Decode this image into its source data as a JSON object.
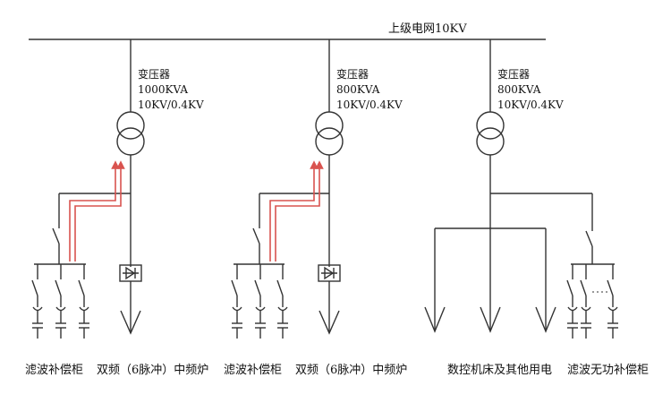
{
  "grid_label": "上级电网10KV",
  "transformers": [
    {
      "name": "变压器",
      "capacity": "1000KVA",
      "ratio": "10KV/0.4KV"
    },
    {
      "name": "变压器",
      "capacity": "800KVA",
      "ratio": "10KV/0.4KV"
    },
    {
      "name": "变压器",
      "capacity": "800KVA",
      "ratio": "10KV/0.4KV"
    }
  ],
  "captions": [
    "滤波补偿柜",
    "双频（6脉冲）中频炉",
    "滤波补偿柜",
    "双频（6脉冲）中频炉",
    "数控机床及其他用电",
    "滤波无功补偿柜"
  ],
  "colors": {
    "line": "#333333",
    "harmonic_flow": "#d9534f"
  }
}
